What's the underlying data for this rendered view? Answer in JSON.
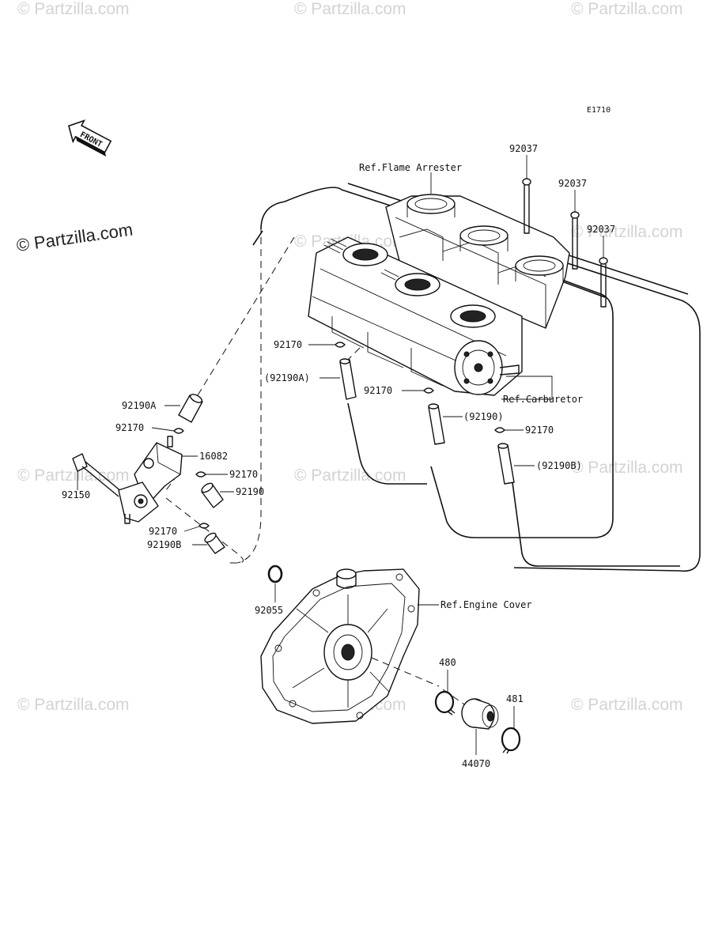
{
  "diagram_code": "E1710",
  "front_label": "FRONT",
  "watermark": "© Partzilla.com",
  "watermark_main": "© Partzilla.com",
  "refs": {
    "flame_arrester": "Ref.Flame Arrester",
    "carburetor": "Ref.Carburetor",
    "engine_cover": "Ref.Engine Cover"
  },
  "parts": {
    "p92037": "92037",
    "p92170": "92170",
    "p92190A_paren": "(92190A)",
    "p92190_paren": "(92190)",
    "p92190B_paren": "(92190B)",
    "p92190A": "92190A",
    "p16082": "16082",
    "p92150": "92150",
    "p92190": "92190",
    "p92190B": "92190B",
    "p92055": "92055",
    "p480": "480",
    "p481": "481",
    "p44070": "44070"
  }
}
